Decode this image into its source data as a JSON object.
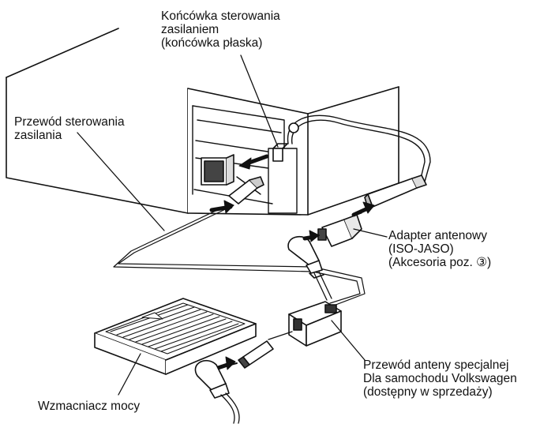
{
  "labels": {
    "power_terminal": {
      "line1": "Końcówka sterowania",
      "line2": "zasilaniem",
      "line3": "(końcówka płaska)"
    },
    "power_cable": {
      "line1": "Przewód sterowania",
      "line2": "zasilania"
    },
    "antenna_adapter": {
      "line1": "Adapter antenowy",
      "line2": "(ISO-JASO)",
      "line3": "(Akcesoria poz. ③)"
    },
    "special_antenna_cable": {
      "line1": "Przewód anteny specjalnej",
      "line2": "Dla samochodu Volkswagen",
      "line3": "(dostępny w sprzedaży)"
    },
    "amplifier": {
      "line1": "Wzmacniacz mocy"
    }
  }
}
